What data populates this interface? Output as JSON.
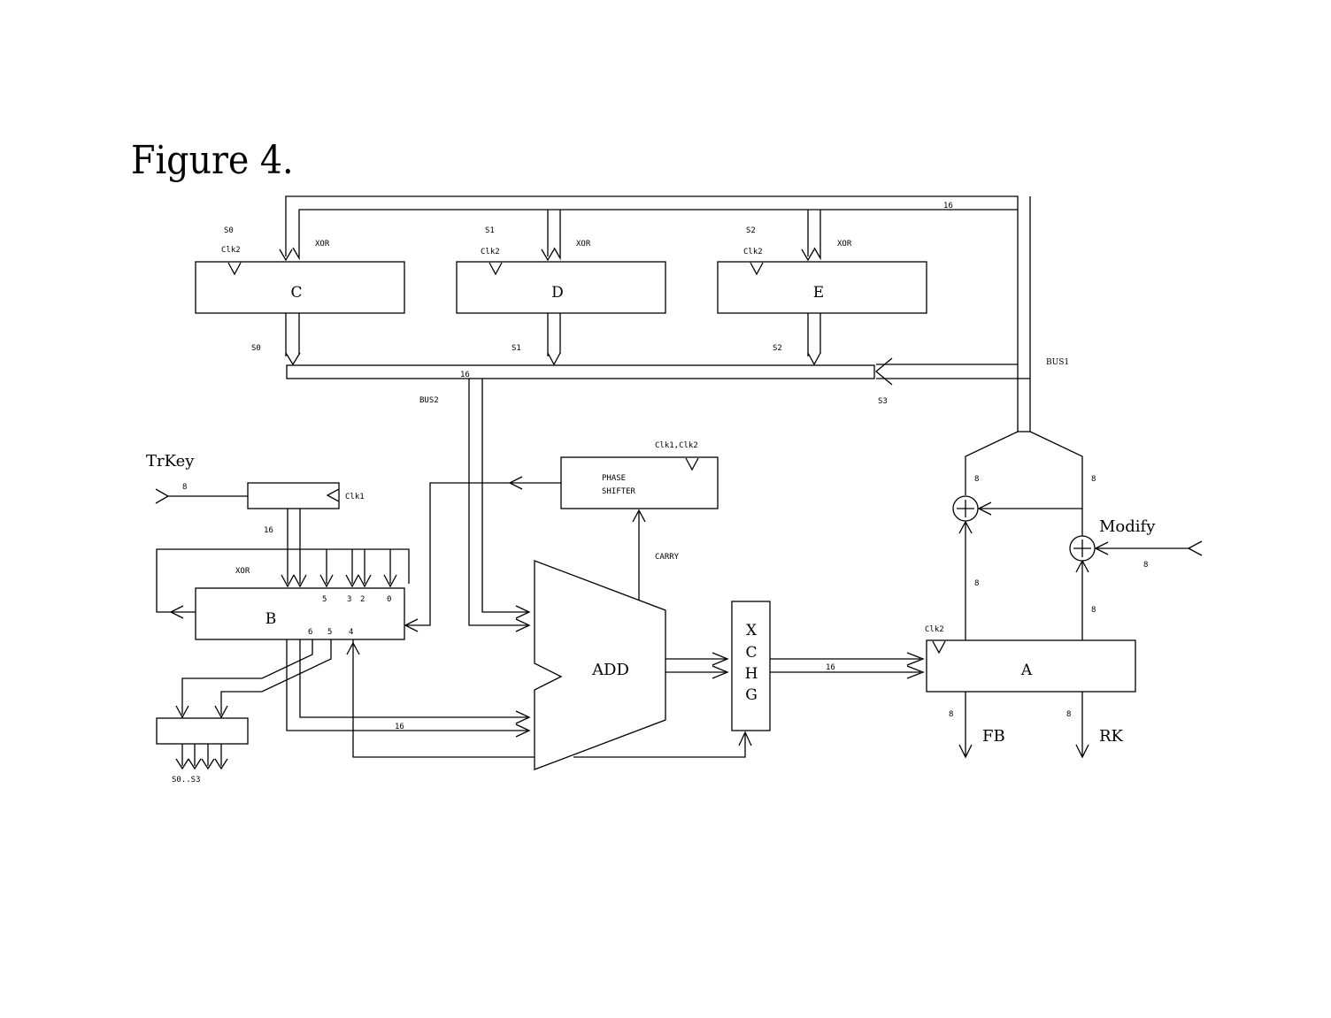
{
  "title": "Figure 4.",
  "registers": {
    "c": {
      "label": "C",
      "sel_top": "S0",
      "sel_bottom": "S0",
      "clk": "Clk2",
      "xor": "XOR"
    },
    "d": {
      "label": "D",
      "sel_top": "S1",
      "sel_bottom": "S1",
      "clk": "Clk2",
      "xor": "XOR"
    },
    "e": {
      "label": "E",
      "sel_top": "S2",
      "sel_bottom": "S2",
      "clk": "Clk2",
      "xor": "XOR"
    },
    "b": {
      "label": "B",
      "xor": "XOR",
      "bits_top": [
        "5",
        "3",
        "2",
        "0"
      ],
      "bits_bottom": [
        "6",
        "5",
        "4"
      ]
    },
    "a": {
      "label": "A",
      "clk": "Clk2"
    },
    "trkey_reg": {
      "clk": "Clk1"
    }
  },
  "bus": {
    "bus1": "BUS1",
    "bus2": "BUS2",
    "s3": "S3",
    "width_16": "16"
  },
  "phase_shifter": {
    "line1": "PHASE",
    "line2": "SHIFTER",
    "clk": "Clk1,Clk2",
    "carry": "CARRY"
  },
  "adder": {
    "label": "ADD"
  },
  "xchg": {
    "letters": [
      "X",
      "C",
      "H",
      "G"
    ]
  },
  "inputs": {
    "trkey": "TrKey",
    "modify": "Modify"
  },
  "outputs": {
    "fb": "FB",
    "rk": "RK"
  },
  "decoder": {
    "outputs": "S0..S3"
  },
  "widths": {
    "w8": "8",
    "w16": "16"
  }
}
